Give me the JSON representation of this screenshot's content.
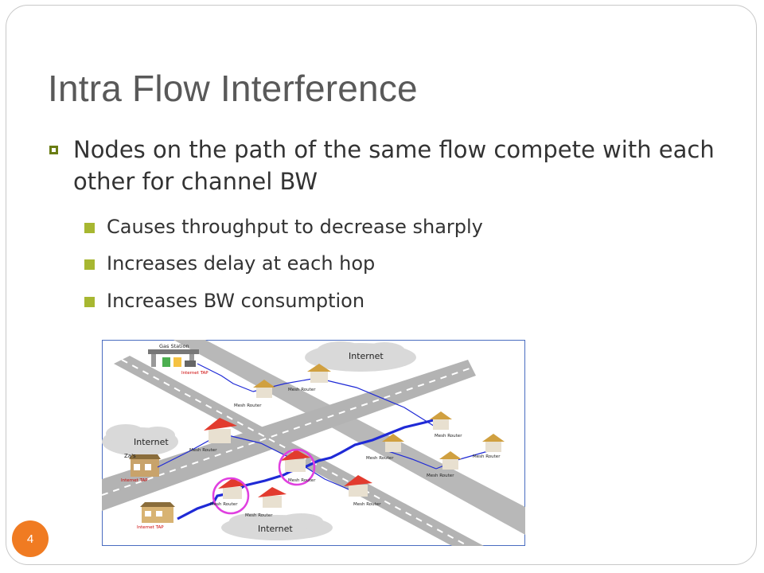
{
  "slide": {
    "title": "Intra Flow Interference",
    "bullet": "Nodes on the path of the same flow compete with each other for channel BW",
    "sub_bullets": [
      "Causes throughput to decrease sharply",
      "Increases delay at each hop",
      "Increases BW consumption"
    ],
    "page_number": "4"
  },
  "diagram": {
    "labels": {
      "gas_station": "Gas Station",
      "internet_top": "Internet",
      "internet_left": "Internet",
      "internet_bottom": "Internet",
      "internet_tap_1": "Internet TAP",
      "internet_tap_2": "Internet TAP",
      "internet_tap_3": "Internet TAP",
      "zas": "Za's",
      "mesh_router": "Mesh Router"
    }
  },
  "colors": {
    "title": "#595959",
    "text": "#333333",
    "bullet_main": "#6a7d14",
    "bullet_sub": "#a7b731",
    "badge": "#f07b22",
    "link": "#1f2ad6",
    "highlight": "#e040e0"
  }
}
